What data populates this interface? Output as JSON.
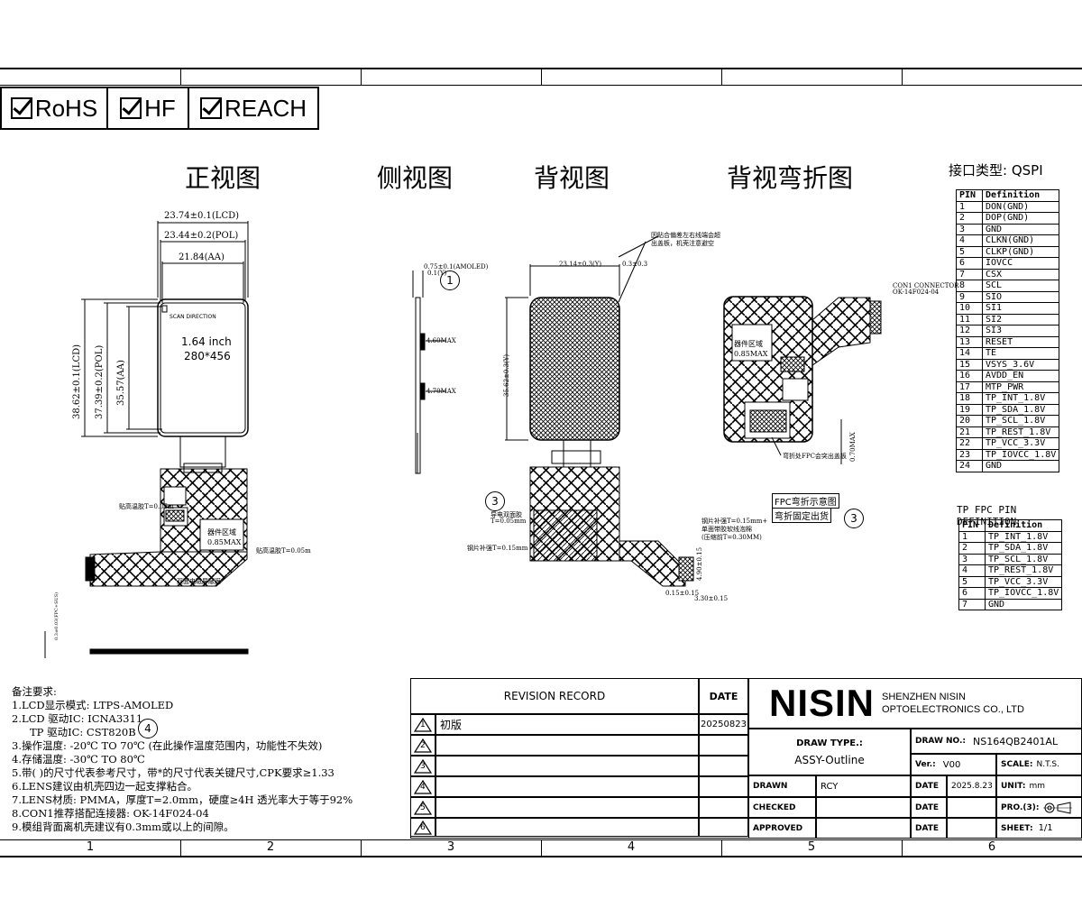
{
  "zones": [
    "1",
    "2",
    "3",
    "4",
    "5",
    "6"
  ],
  "certifications": [
    "RoHS",
    "HF",
    "REACH"
  ],
  "view_titles": {
    "front": "正视图",
    "side": "侧视图",
    "back": "背视图",
    "bent_back": "背视弯折图"
  },
  "interface": "接口类型: QSPI",
  "front_view": {
    "lcd_width": "23.74±0.1(LCD)",
    "pol_width": "23.44±0.2(POL)",
    "aa_width": "21.84(AA)",
    "lcd_height": "38.62±0.1(LCD)",
    "pol_height": "37.39±0.2(POL)",
    "aa_height": "35.57(AA)",
    "scan_direction": "SCAN DIRECTION",
    "size": "1.64 inch",
    "resolution": "280*456",
    "tape1": "贴高温胶T=0.05m",
    "tape2": "贴高温胶T=0.05m",
    "component_area": "器件区域",
    "component_max": "0.85MAX",
    "shield": "双面电磁屏蔽膜",
    "fpc_thickness": "0.3±0.03(FPC+SUS)"
  },
  "side_view": {
    "thickness": "0.75±0.1(AMOLED)",
    "t1": "0.1(Y)",
    "m1": "4.60MAX",
    "m2": "4.70MAX",
    "callout": "1"
  },
  "back_view": {
    "width": "23.14±0.3(Y)",
    "gap": "0.3±0.3",
    "height": "35.62±0.3(Y)",
    "top_note1": "因贴合偏差左右线端会超",
    "top_note2": "出盖板，机壳注意避空",
    "conductive": "导电双面胶",
    "conductive_t": "T=0.05mm",
    "steel": "钢片补强T=0.15mm",
    "steel2": "钢片补强T=0.15mm+",
    "steel3": "单面带胶软线泡棉",
    "steel4": "(压缩前T=0.30MM)",
    "d1": "0.15±0.15",
    "d2": "3.30±0.15",
    "d3": "4.90±0.15",
    "callout": "3"
  },
  "bent_view": {
    "connector": "CON1 CONNECTOR",
    "connector_model": "OK-14F024-04",
    "component_area": "器件区域",
    "component_max": "0.85MAX",
    "fpc_note": "FPC弯折示意图",
    "fixed_note": "弯折固定出货",
    "bent_note": "弯折处FPC会突出盖板",
    "d1": "0.70MAX",
    "callout": "3"
  },
  "pin_table": {
    "headers": [
      "PIN",
      "Definition"
    ],
    "rows": [
      [
        "1",
        "DON(GND)"
      ],
      [
        "2",
        "DOP(GND)"
      ],
      [
        "3",
        "GND"
      ],
      [
        "4",
        "CLKN(GND)"
      ],
      [
        "5",
        "CLKP(GND)"
      ],
      [
        "6",
        "IOVCC"
      ],
      [
        "7",
        "CSX"
      ],
      [
        "8",
        "SCL"
      ],
      [
        "9",
        "SIO"
      ],
      [
        "10",
        "SI1"
      ],
      [
        "11",
        "SI2"
      ],
      [
        "12",
        "SI3"
      ],
      [
        "13",
        "RESET"
      ],
      [
        "14",
        "TE"
      ],
      [
        "15",
        "VSYS_3.6V"
      ],
      [
        "16",
        "AVDD_EN"
      ],
      [
        "17",
        "MTP_PWR"
      ],
      [
        "18",
        "TP_INT_1.8V"
      ],
      [
        "19",
        "TP_SDA_1.8V"
      ],
      [
        "20",
        "TP_SCL_1.8V"
      ],
      [
        "21",
        "TP_REST_1.8V"
      ],
      [
        "22",
        "TP_VCC_3.3V"
      ],
      [
        "23",
        "TP_IOVCC_1.8V"
      ],
      [
        "24",
        "GND"
      ]
    ]
  },
  "tp_table": {
    "title": "TP FPC PIN DEFINITION",
    "headers": [
      "PIN",
      "Definition"
    ],
    "rows": [
      [
        "1",
        "TP_INT_1.8V"
      ],
      [
        "2",
        "TP_SDA_1.8V"
      ],
      [
        "3",
        "TP_SCL_1.8V"
      ],
      [
        "4",
        "TP_REST_1.8V"
      ],
      [
        "5",
        "TP_VCC_3.3V"
      ],
      [
        "6",
        "TP_IOVCC_1.8V"
      ],
      [
        "7",
        "GND"
      ]
    ]
  },
  "notes": {
    "title": "备注要求:",
    "lines": [
      "1.LCD显示模式: LTPS-AMOLED",
      "2.LCD 驱动IC: ICNA3311",
      "   TP 驱动IC: CST820B",
      "3.操作温度: -20℃ TO 70℃ (在此操作温度范围内，功能性不失效)",
      "4.存储温度: -30℃ TO 80℃",
      "5.带( )的尺寸代表参考尺寸，带*的尺寸代表关键尺寸,CPK要求≥1.33",
      "6.LENS建议由机壳四边一起支撑粘合。",
      "7.LENS材质: PMMA，厚度T=2.0mm，硬度≥4H 透光率大于等于92%",
      "8.CON1推荐搭配连接器: OK-14F024-04",
      "9.模组背面离机壳建议有0.3mm或以上的间隙。"
    ],
    "callout": "4"
  },
  "title_block": {
    "revision_record": "REVISION  RECORD",
    "date_header": "DATE",
    "revisions": [
      {
        "num": "1",
        "desc": "初版",
        "date": "20250823"
      },
      {
        "num": "2",
        "desc": "",
        "date": ""
      },
      {
        "num": "3",
        "desc": "",
        "date": ""
      },
      {
        "num": "4",
        "desc": "",
        "date": ""
      },
      {
        "num": "5",
        "desc": "",
        "date": ""
      },
      {
        "num": "6",
        "desc": "",
        "date": ""
      }
    ],
    "company_logo": "NISIN",
    "company_name1": "SHENZHEN NISIN",
    "company_name2": "OPTOELECTRONICS CO., LTD",
    "draw_type_label": "DRAW TYPE.:",
    "draw_type": "ASSY-Outline",
    "draw_no_label": "DRAW NO.:",
    "draw_no": "NS164QB2401AL",
    "ver_label": "Ver.:",
    "ver": "V00",
    "scale_label": "SCALE:",
    "scale": "N.T.S.",
    "drawn_label": "DRAWN",
    "drawn": "RCY",
    "date_label": "DATE",
    "drawn_date": "2025.8.23",
    "unit_label": "UNIT:",
    "unit": "mm",
    "checked_label": "CHECKED",
    "approved_label": "APPROVED",
    "proj_label": "PRO.(3):",
    "sheet_label": "SHEET:",
    "sheet": "1/1"
  }
}
